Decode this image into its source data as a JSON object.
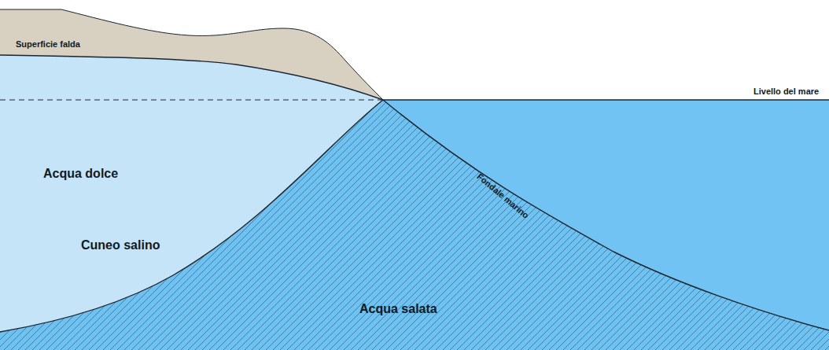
{
  "diagram": {
    "labels": [
      "Superficie falda",
      "Livello del mare",
      "Acqua dolce",
      "Fondale marino",
      "Cuneo salino",
      "Acqua salata"
    ]
  }
}
